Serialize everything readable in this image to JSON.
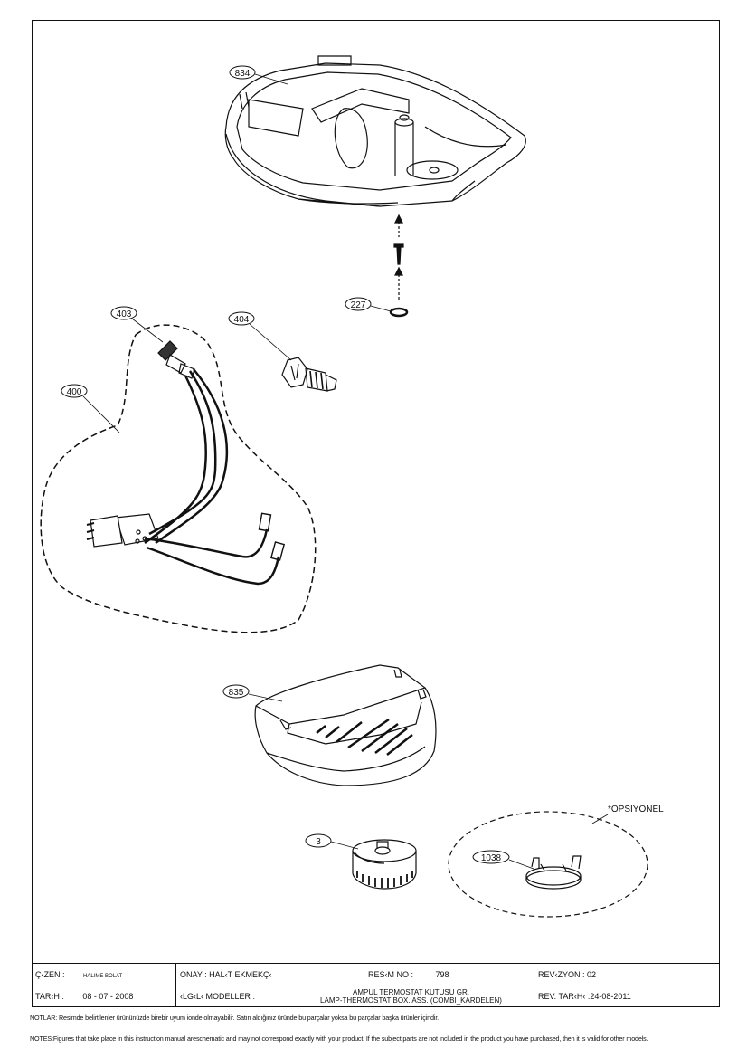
{
  "callouts": {
    "c834": "834",
    "c227": "227",
    "c403": "403",
    "c404": "404",
    "c400": "400",
    "c835": "835",
    "c3": "3",
    "c1038": "1038"
  },
  "optional_label": "*OPSIYONEL",
  "title_block": {
    "drawn_label": "Ç‹ZEN :",
    "drawn_value": "HALIME BOLAT",
    "approved": "ONAY : HAL‹T EKMEKÇ‹",
    "drawing_no_label": "RES‹M NO :",
    "drawing_no_value": "798",
    "revision": "REV‹ZYON : 02",
    "date_label": "TAR‹H :",
    "date_value": "08 - 07 - 2008",
    "models_label": "‹LG‹L‹ MODELLER :",
    "part_name_tr": "AMPUL TERMOSTAT KUTUSU GR.",
    "part_name_en": "LAMP-THERMOSTAT BOX. ASS. (COMBI_KARDELEN)",
    "rev_date": "REV. TAR‹H‹ :24-08-2011"
  },
  "notes": {
    "tr": "NOTLAR: Resimde belirtilenler ürününüzde birebir uyum ionde olmayabilir. Satın aldığınız üründe bu parçalar yoksa bu parçalar başka ürünler içindir.",
    "en": "NOTES:Figures that take place in this instruction manual areschematic and may not correspond exactly with your product. If the subject parts are not included in the product you have purchased, then it is valid for other models."
  },
  "colors": {
    "line": "#111111",
    "background": "#ffffff"
  }
}
